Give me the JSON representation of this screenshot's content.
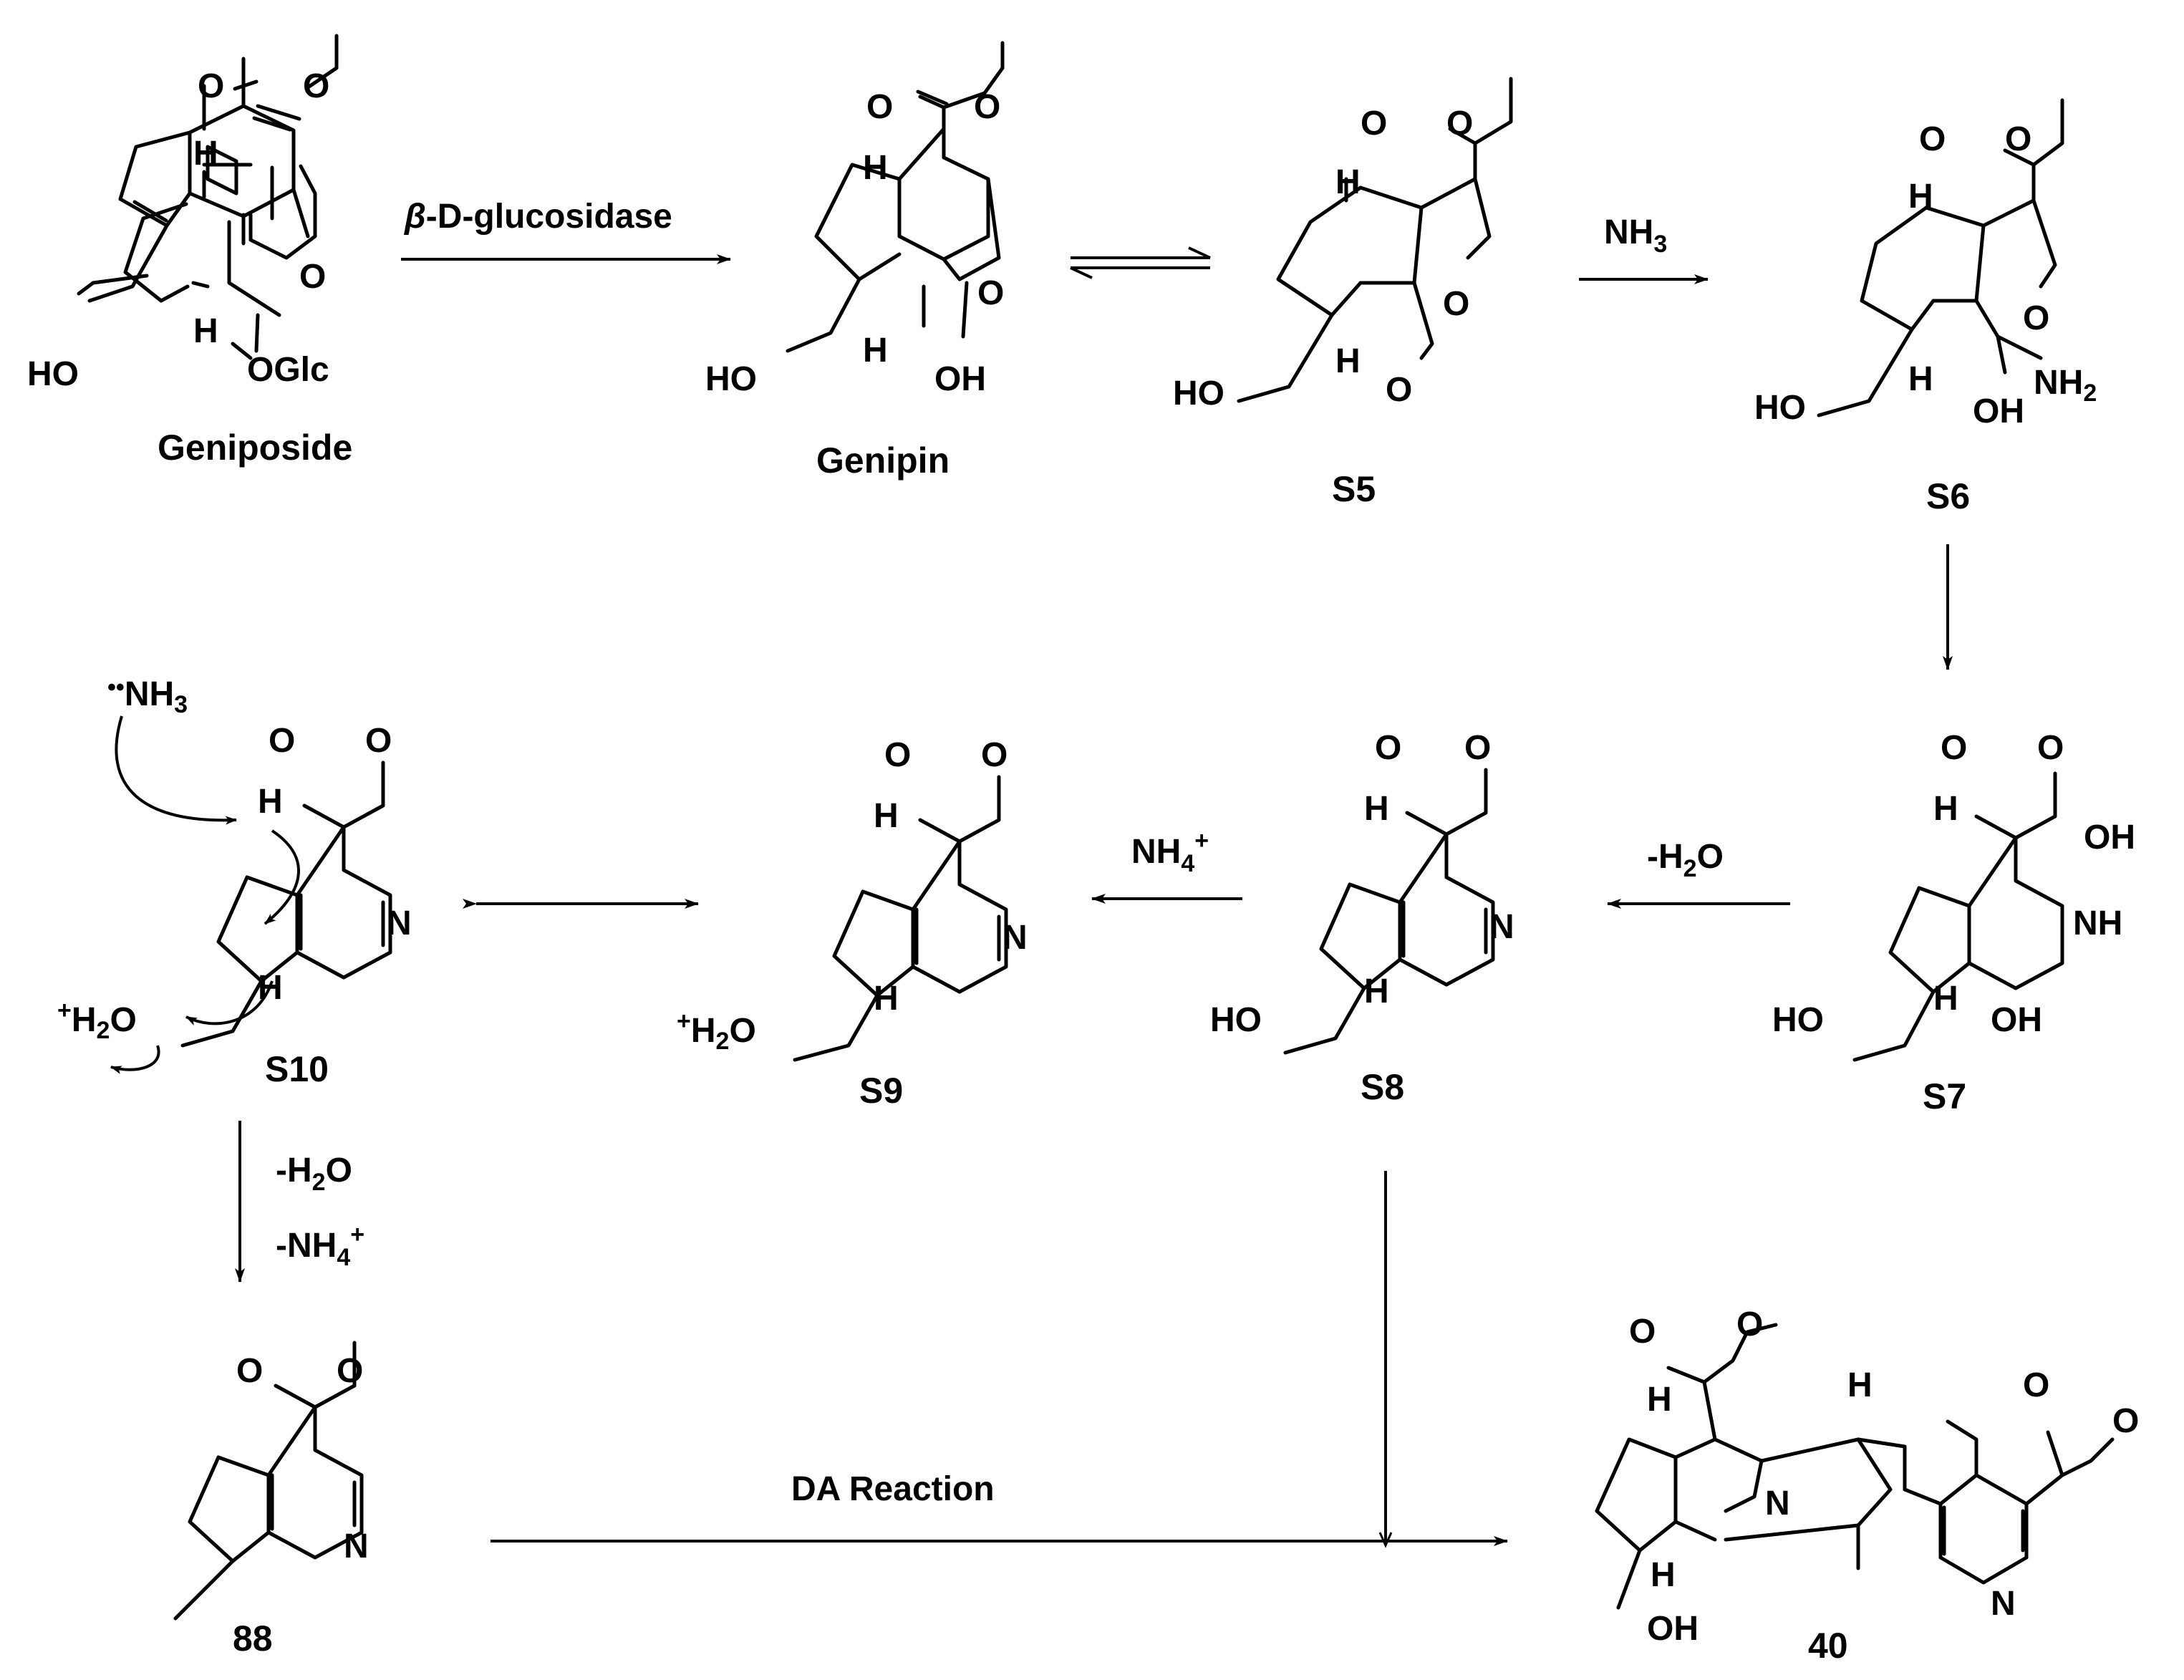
{
  "molecules": {
    "geniposide": {
      "label": "Geniposide",
      "atoms": {
        "o_carbonyl": "O",
        "o_ester": "O",
        "h_top": "H",
        "h_bottom": "H",
        "o_ring": "O",
        "hydroxymethyl": "HO",
        "glc": "OGlc"
      }
    },
    "genipin": {
      "label": "Genipin",
      "atoms": {
        "o_carbonyl": "O",
        "o_ester": "O",
        "h_top": "H",
        "h_bottom": "H",
        "o_ring": "O",
        "hydroxymethyl": "HO",
        "hydroxyl": "OH"
      }
    },
    "s5": {
      "label": "S5",
      "atoms": {
        "o_carbonyl": "O",
        "o_ester": "O",
        "h_top": "H",
        "h_bottom": "H",
        "o_ald1": "O",
        "o_ald2": "O",
        "hydroxymethyl": "HO"
      }
    },
    "s6": {
      "label": "S6",
      "atoms": {
        "o_carbonyl": "O",
        "o_ester": "O",
        "h_top": "H",
        "h_bottom": "H",
        "o_ald": "O",
        "hydroxymethyl": "HO",
        "hydroxyl": "OH",
        "amine": "NH",
        "amine_sub": "2"
      }
    },
    "s7": {
      "label": "S7",
      "atoms": {
        "o_carbonyl": "O",
        "o_ester": "O",
        "h_top": "H",
        "h_bottom": "H",
        "hydroxyl_top": "OH",
        "nh": "NH",
        "hydroxyl_bottom": "OH",
        "hydroxymethyl": "HO"
      }
    },
    "s8": {
      "label": "S8",
      "atoms": {
        "o_carbonyl": "O",
        "o_ester": "O",
        "h_top": "H",
        "h_bottom": "H",
        "n": "N",
        "hydroxymethyl": "HO"
      }
    },
    "s9": {
      "label": "S9",
      "atoms": {
        "o_carbonyl": "O",
        "o_ester": "O",
        "h_top": "H",
        "h_bottom": "H",
        "n": "N",
        "water_charge": "+",
        "water_h": "H",
        "water_sub": "2",
        "water_o": "O"
      }
    },
    "s10": {
      "label": "S10",
      "atoms": {
        "o_carbonyl": "O",
        "o_ester": "O",
        "h_top": "H",
        "h_bottom": "H",
        "n": "N",
        "water_charge": "+",
        "water_h": "H",
        "water_sub": "2",
        "water_o": "O",
        "lone_pair": "••",
        "nh3": "NH",
        "nh3_sub": "3"
      }
    },
    "c88": {
      "label": "88",
      "atoms": {
        "o_carbonyl": "O",
        "o_ester": "O",
        "n": "N"
      }
    },
    "c40": {
      "label": "40",
      "atoms": {
        "o_carbonyl_left": "O",
        "o_ester_left": "O",
        "o_carbonyl_right": "O",
        "o_ester_right": "O",
        "h_left_top": "H",
        "h_left_bottom": "H",
        "h_mid_top": "H",
        "n_bridge": "N",
        "n_pyridine": "N",
        "hydroxyl": "OH"
      }
    }
  },
  "reagents": {
    "enzyme_beta": "β",
    "enzyme_name": "-D-glucosidase",
    "nh3_main": "NH",
    "nh3_sub": "3",
    "minus_water_top": "-H",
    "minus_water_top_sub": "2",
    "minus_water_top_o": "O",
    "ammonium_main": "NH",
    "ammonium_sub": "4",
    "ammonium_charge": "+",
    "minus_water_left": "-H",
    "minus_water_left_sub": "2",
    "minus_water_left_o": "O",
    "minus_ammonium_left": "-NH",
    "minus_ammonium_left_sub": "4",
    "minus_ammonium_left_charge": "+",
    "da_reaction": "DA Reaction"
  }
}
